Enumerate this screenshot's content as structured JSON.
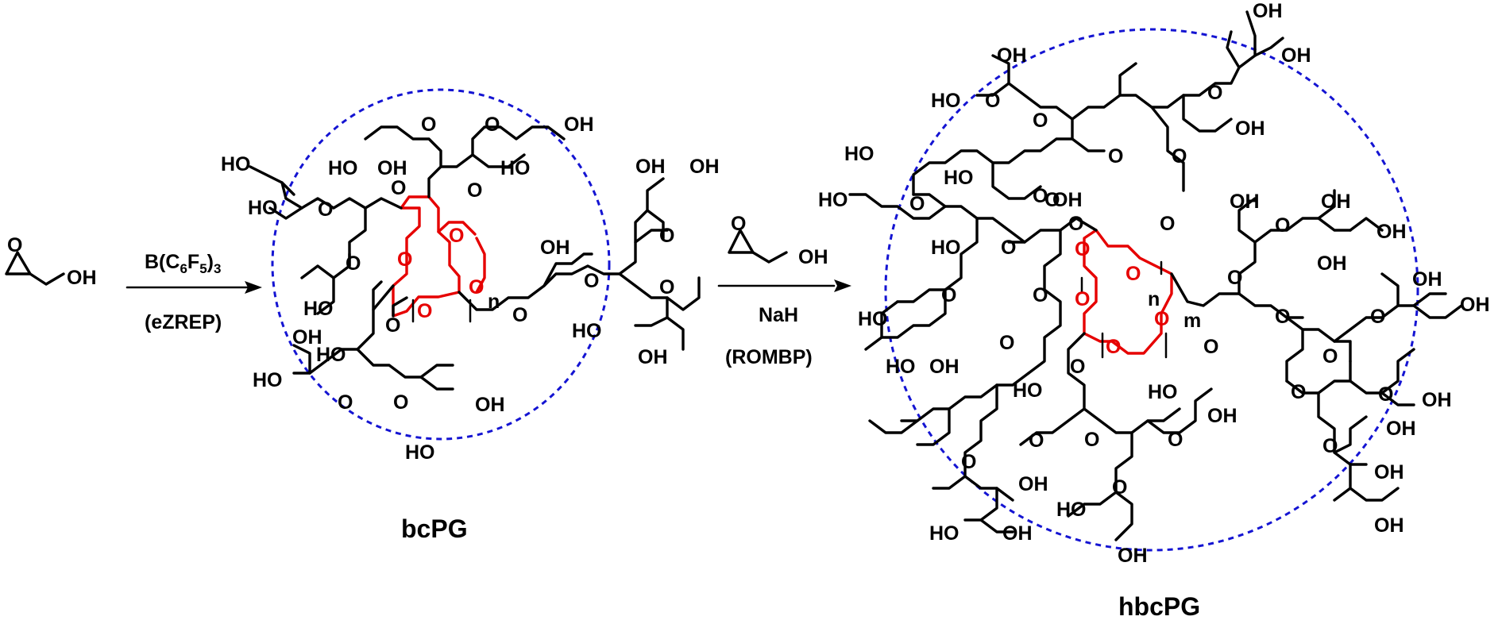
{
  "monomer": {
    "label": "OH"
  },
  "step1": {
    "catalyst": "B(C6F5)3",
    "condition": "(eZREP)"
  },
  "step2": {
    "reagent_label": "OH",
    "base": "NaH",
    "condition": "(ROMBP)"
  },
  "products": {
    "bcpg_name": "bcPG",
    "hbcpg_name": "hbcPG"
  },
  "atom_labels": {
    "oh": "OH",
    "ho": "HO",
    "o": "O",
    "n": "n",
    "m": "m"
  },
  "colors": {
    "core_ring": "#e60000",
    "dashed_circle": "#1414d2",
    "bonds": "#000000"
  }
}
